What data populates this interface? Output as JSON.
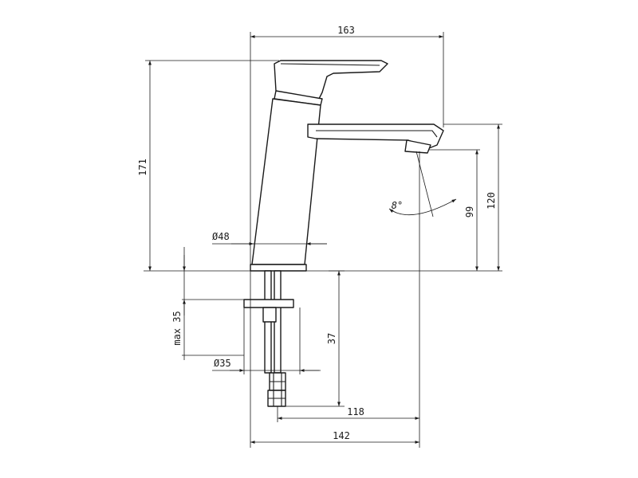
{
  "dimensions": {
    "overall_width": "163",
    "overall_height": "171",
    "spout_height": "120",
    "spout_clearance": "99",
    "spray_angle": "8°",
    "body_diameter": "Ø48",
    "deck_thickness": "max 35",
    "shank_diameter": "Ø35",
    "hose_length": "37",
    "spout_reach": "118",
    "base_to_outlet": "142"
  },
  "colors": {
    "line": "#1a1a1a",
    "background": "#ffffff"
  }
}
